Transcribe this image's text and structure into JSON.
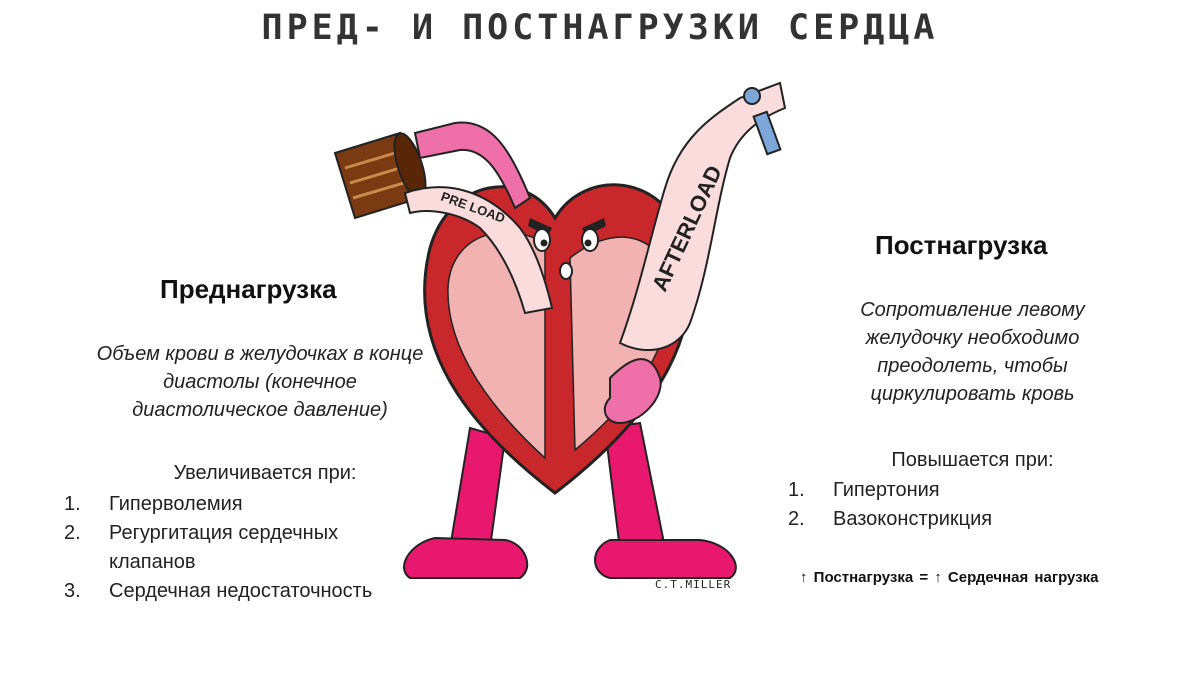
{
  "title": "ПРЕД- И ПОСТНАГРУЗКИ СЕРДЦА",
  "illustration": {
    "preload_label": "PRE LOAD",
    "afterload_label": "AFTERLOAD",
    "signature": "C.T.MILLER",
    "colors": {
      "heart": "#c8282b",
      "chamber": "#f2b2b2",
      "limb": "#ef6fa8",
      "legs": "#e8186f",
      "can": "#7a3a12",
      "tube": "#fbdcdc",
      "clamp": "#7da7d9"
    }
  },
  "preload": {
    "heading": "Преднагрузка",
    "description_lines": [
      "Объем крови в желудочках в конце",
      "диастолы (конечное",
      "диастолическое давление)"
    ],
    "increases_label": "Увеличивается при:",
    "items": [
      {
        "num": "1.",
        "lines": [
          "Гиперволемия"
        ]
      },
      {
        "num": "2.",
        "lines": [
          "Регургитация сердечных",
          "клапанов"
        ]
      },
      {
        "num": "3.",
        "lines": [
          "Сердечная недостаточность"
        ]
      }
    ]
  },
  "afterload": {
    "heading": "Постнагрузка",
    "description_lines": [
      "Сопротивление левому",
      "желудочку необходимо",
      "преодолеть, чтобы",
      "циркулировать кровь"
    ],
    "increases_label": "Повышается при:",
    "items": [
      {
        "num": "1.",
        "lines": [
          "Гипертония"
        ]
      },
      {
        "num": "2.",
        "lines": [
          "Вазоконстрикция"
        ]
      }
    ],
    "formula": "↑ Постнагрузка = ↑ Сердечная нагрузка"
  }
}
